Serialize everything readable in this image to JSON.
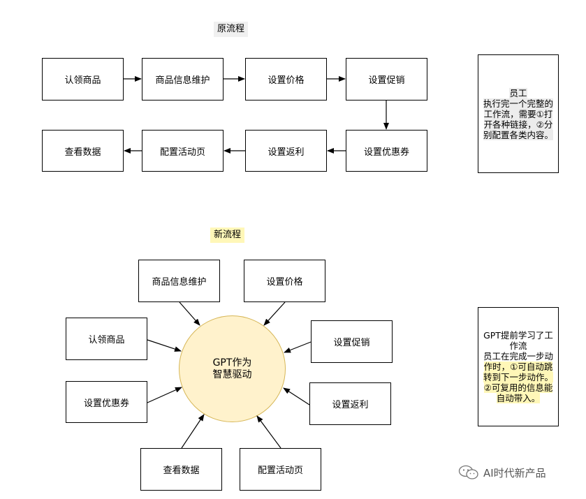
{
  "original_flow": {
    "title": "原流程",
    "steps": [
      "认领商品",
      "商品信息维护",
      "设置价格",
      "设置促销",
      "设置优惠券",
      "设置返利",
      "配置活动页",
      "查看数据"
    ]
  },
  "original_note": {
    "heading": "员工",
    "lines": [
      "执行完一个完整的",
      "工作流，需要①打",
      "开各种链接，②分",
      "别配置各类内容。"
    ]
  },
  "new_flow": {
    "title": "新流程",
    "center_line1": "GPT作为",
    "center_line2": "智慧驱动",
    "nodes": [
      "商品信息维护",
      "设置价格",
      "认领商品",
      "设置促销",
      "设置优惠券",
      "设置返利",
      "查看数据",
      "配置活动页"
    ]
  },
  "new_note": {
    "lines": [
      "GPT提前学习了工",
      "作流",
      "员工在完成一步动",
      "作时，①可自动跳",
      "转到下一步动作。",
      "②可复用的信息能",
      "自动带入。"
    ]
  },
  "watermark": {
    "text": "AI时代新产品",
    "icon": "wechat-icon"
  }
}
